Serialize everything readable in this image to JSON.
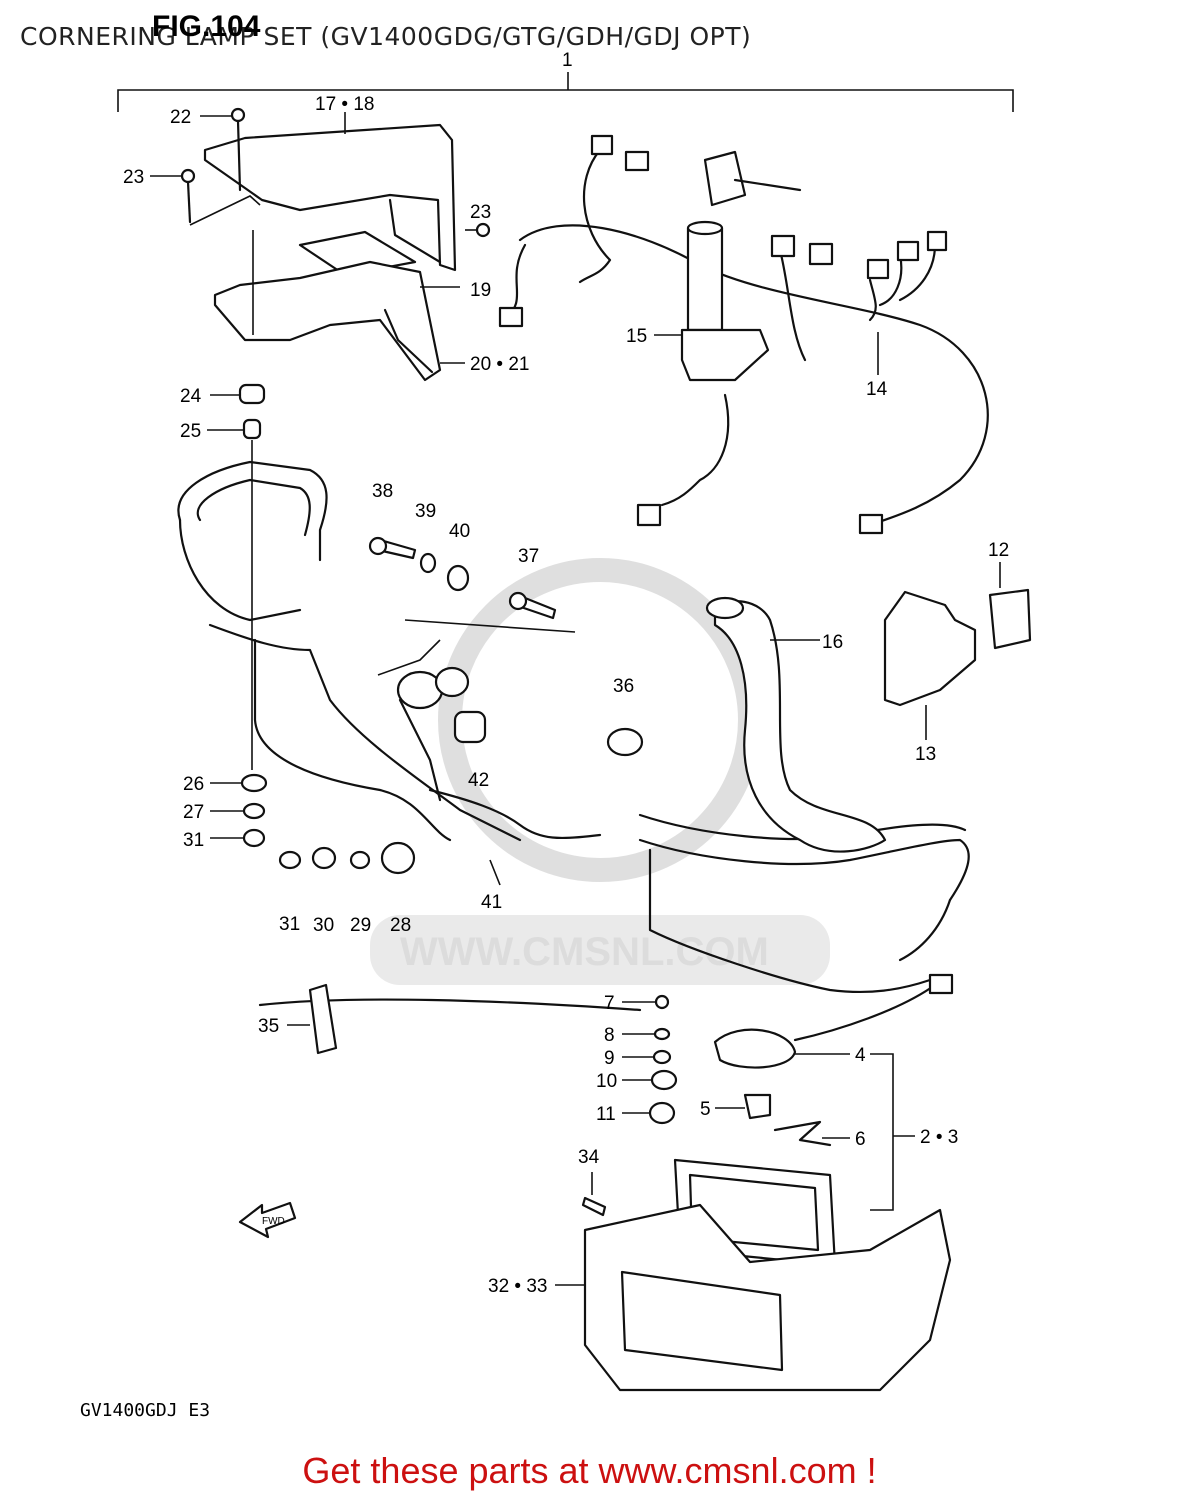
{
  "header": {
    "title": "CORNERING LAMP SET (GV1400GDG/GTG/GDH/GDJ OPT)",
    "figure": "FIG.104"
  },
  "model_code": "GV1400GDJ E3",
  "footer": {
    "text": "Get these parts at www.cmsnl.com !"
  },
  "watermark": {
    "text": "WWW.CMSNL.COM"
  },
  "fwd_arrow": {
    "text": "FWD"
  },
  "colors": {
    "line": "#111111",
    "footer": "#cc1010",
    "watermark": "#d9d9d9"
  },
  "callouts": [
    {
      "id": "c1",
      "text": "1"
    },
    {
      "id": "c22",
      "text": "22"
    },
    {
      "id": "c17",
      "text": "17 • 18"
    },
    {
      "id": "c23a",
      "text": "23"
    },
    {
      "id": "c23b",
      "text": "23"
    },
    {
      "id": "c19",
      "text": "19"
    },
    {
      "id": "c20",
      "text": "20 • 21"
    },
    {
      "id": "c24",
      "text": "24"
    },
    {
      "id": "c25",
      "text": "25"
    },
    {
      "id": "c15",
      "text": "15"
    },
    {
      "id": "c14",
      "text": "14"
    },
    {
      "id": "c38",
      "text": "38"
    },
    {
      "id": "c39",
      "text": "39"
    },
    {
      "id": "c40",
      "text": "40"
    },
    {
      "id": "c37",
      "text": "37"
    },
    {
      "id": "c12",
      "text": "12"
    },
    {
      "id": "c16",
      "text": "16"
    },
    {
      "id": "c13",
      "text": "13"
    },
    {
      "id": "c36",
      "text": "36"
    },
    {
      "id": "c42",
      "text": "42"
    },
    {
      "id": "c26",
      "text": "26"
    },
    {
      "id": "c27",
      "text": "27"
    },
    {
      "id": "c31a",
      "text": "31"
    },
    {
      "id": "c31b",
      "text": "31"
    },
    {
      "id": "c30",
      "text": "30"
    },
    {
      "id": "c29",
      "text": "29"
    },
    {
      "id": "c28",
      "text": "28"
    },
    {
      "id": "c41",
      "text": "41"
    },
    {
      "id": "c35",
      "text": "35"
    },
    {
      "id": "c7",
      "text": "7"
    },
    {
      "id": "c8",
      "text": "8"
    },
    {
      "id": "c9",
      "text": "9"
    },
    {
      "id": "c10",
      "text": "10"
    },
    {
      "id": "c11",
      "text": "11"
    },
    {
      "id": "c5",
      "text": "5"
    },
    {
      "id": "c4",
      "text": "4"
    },
    {
      "id": "c6",
      "text": "6"
    },
    {
      "id": "c23c",
      "text": "2 • 3"
    },
    {
      "id": "c34",
      "text": "34"
    },
    {
      "id": "c32",
      "text": "32 • 33"
    }
  ]
}
